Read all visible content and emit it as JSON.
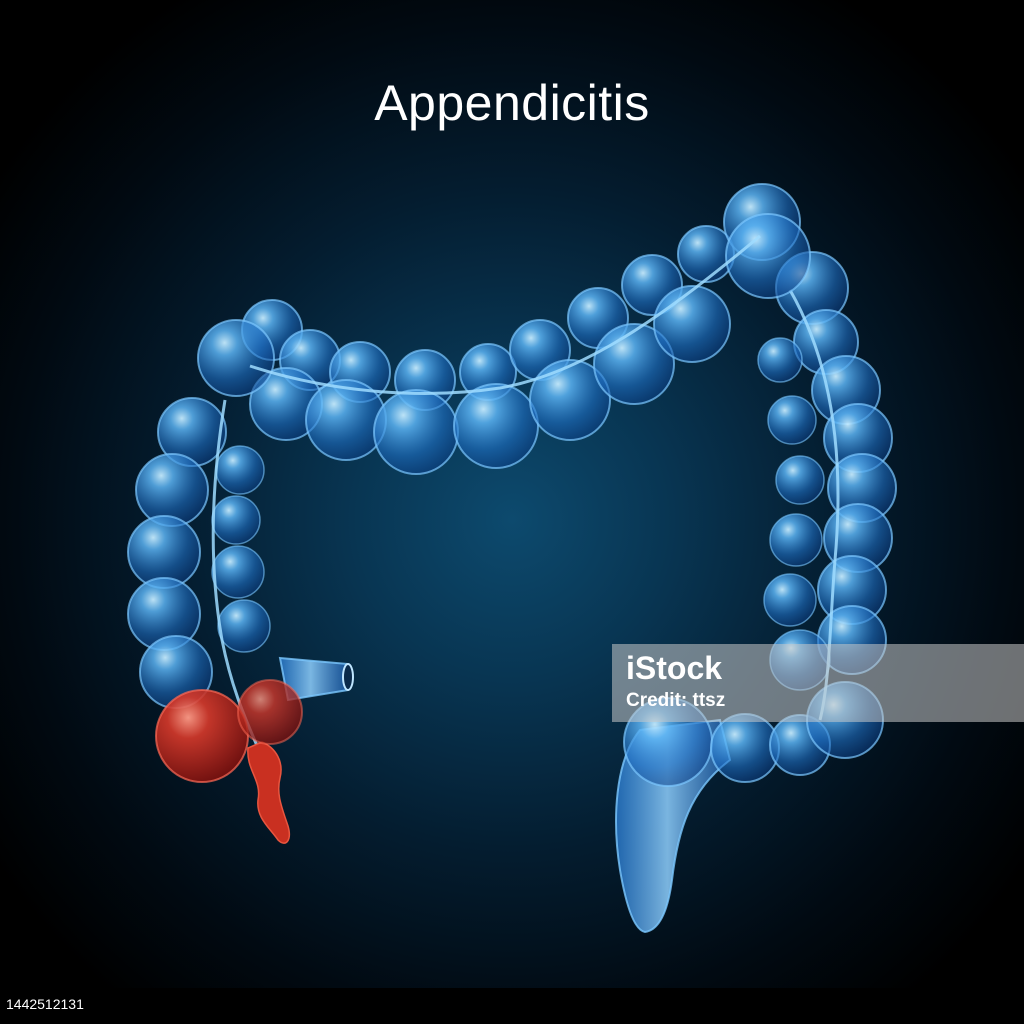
{
  "title": "Appendicitis",
  "watermark": {
    "logo": "iStock",
    "credit": "Credit: ttsz"
  },
  "image_id": "1442512131",
  "colors": {
    "background": "#000000",
    "glow": "#0d4a6e",
    "colon": "#2f8fe6",
    "colon_highlight": "#8fd0ff",
    "inflamed": "#c4221a"
  }
}
